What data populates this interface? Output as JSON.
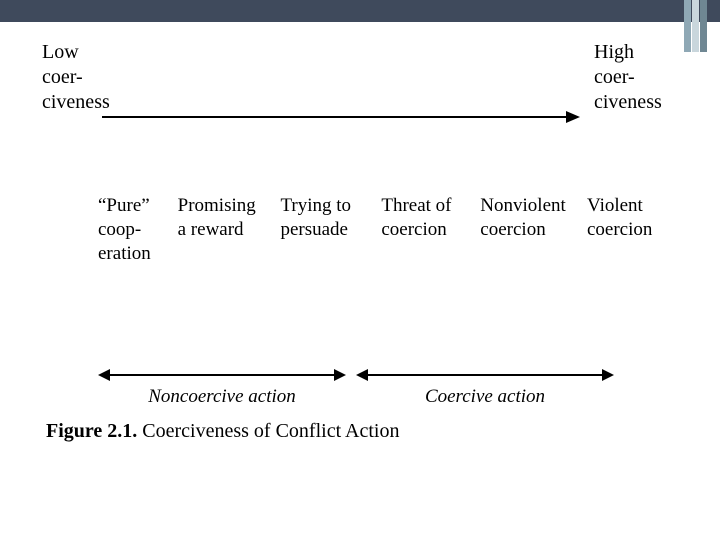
{
  "slide": {
    "decoration": {
      "bar_color": "#3f4a5c",
      "accent_colors": [
        "#8fa8b5",
        "#c9d6dc",
        "#6f8793"
      ]
    }
  },
  "diagram": {
    "scale_axis": {
      "left_label": "Low\ncoer-\nciveness",
      "right_label": "High\ncoer-\nciveness",
      "direction": "left-to-right"
    },
    "categories": [
      {
        "label": "“Pure”\ncoop-\neration"
      },
      {
        "label": "Promising\na reward"
      },
      {
        "label": "Trying to\npersuade"
      },
      {
        "label": "Threat of\ncoercion"
      },
      {
        "label": "Nonviolent\ncoercion"
      },
      {
        "label": "Violent\ncoercion"
      }
    ],
    "ranges": [
      {
        "label": "Noncoercive action"
      },
      {
        "label": "Coercive action"
      }
    ],
    "caption": {
      "figure_number": "Figure  2.1.",
      "title": " Coerciveness of Conflict Action"
    }
  }
}
